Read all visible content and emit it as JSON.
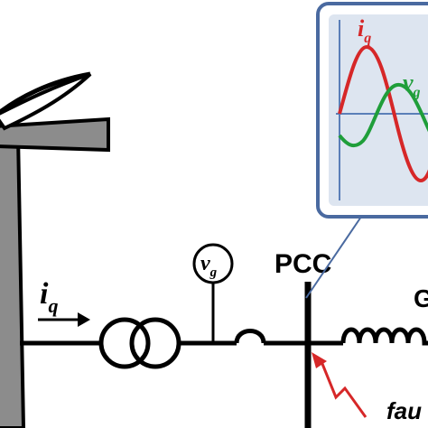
{
  "labels": {
    "pcc": "PCC",
    "grid_partial": "G",
    "current_symbol": "i",
    "current_subscript": "q",
    "voltage_symbol": "v",
    "voltage_subscript": "g",
    "inset_current_symbol": "i",
    "inset_current_subscript": "q",
    "inset_voltage_symbol": "v",
    "inset_voltage_subscript": "g",
    "fault_partial": "fau"
  },
  "colors": {
    "line": "#000000",
    "tower_fill": "#8c8c8c",
    "inset_border": "#4a6aa0",
    "inset_fill": "#dde5f0",
    "inset_axis": "#5a7fb8",
    "current_wave": "#d62728",
    "voltage_wave": "#1f9e3a",
    "fault_arrow": "#d62728"
  },
  "icons": {
    "transformer": "transformer-icon",
    "voltmeter": "voltmeter-icon",
    "inductor": "inductor-icon",
    "lightning": "lightning-fault-icon"
  }
}
